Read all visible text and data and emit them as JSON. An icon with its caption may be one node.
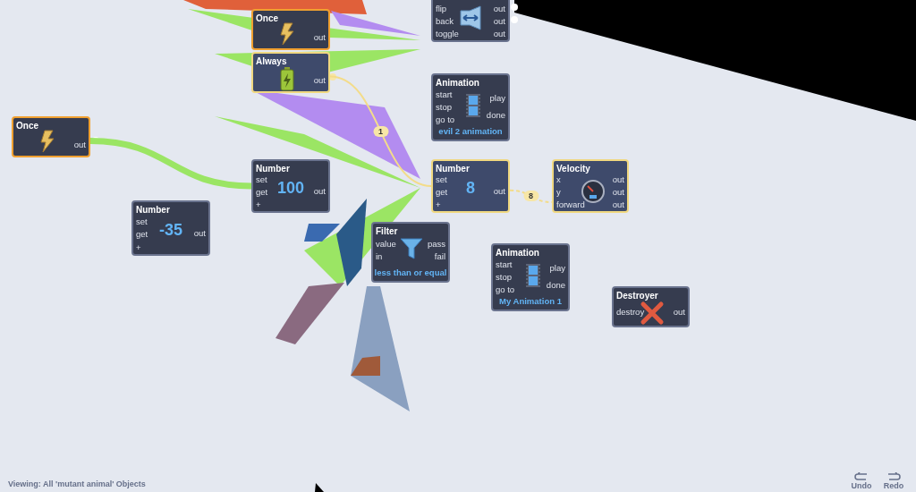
{
  "diagram": {
    "nodes": [
      {
        "text": [
          "flip",
          "back",
          "toggle",
          "out",
          "out",
          "out"
        ]
      },
      {
        "text": [
          "Once",
          "out"
        ]
      },
      {
        "text": [
          "Always",
          "out"
        ]
      },
      {
        "text": [
          "Animation",
          "start",
          "stop",
          "go to",
          "play",
          "done",
          "evil 2 animation"
        ]
      },
      {
        "text": [
          "Once",
          "out"
        ]
      },
      {
        "text": [
          "Number",
          "set",
          "get",
          "+",
          "100",
          "out"
        ]
      },
      {
        "text": [
          "Number",
          "set",
          "get",
          "+",
          "8",
          "out"
        ]
      },
      {
        "text": [
          "Velocity",
          "x",
          "y",
          "forward",
          "out",
          "out",
          "out"
        ]
      },
      {
        "text": [
          "Number",
          "set",
          "get",
          "+",
          "-35",
          "out"
        ]
      },
      {
        "text": [
          "Filter",
          "value",
          "in",
          "pass",
          "fail",
          "less than or equal"
        ]
      },
      {
        "text": [
          "Animation",
          "start",
          "stop",
          "go to",
          "play",
          "done",
          "My Animation 1"
        ]
      },
      {
        "text": [
          "Destroyer",
          "destroy",
          "out"
        ]
      }
    ],
    "edges": [
      {
        "from": 2,
        "to": 6,
        "arrow": "none",
        "label": "1"
      },
      {
        "from": 6,
        "to": 7,
        "arrow": "none",
        "label": "8",
        "style": "dashed"
      },
      {
        "from": 4,
        "to": 5,
        "arrow": "none",
        "style": "thick",
        "color": "#9be564"
      }
    ],
    "labels": [
      "Viewing: All 'mutant animal' Objects",
      "Undo",
      "Redo"
    ]
  }
}
